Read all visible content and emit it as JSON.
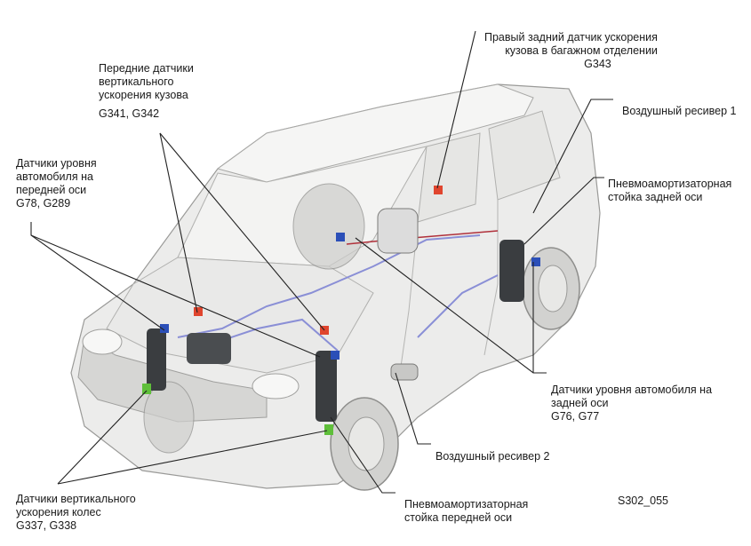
{
  "labels": {
    "front_vertical_sensors": {
      "text": "Передние датчики\nвертикального\nускорения кузова",
      "code": "G341, G342"
    },
    "front_level_sensors": {
      "text": "Датчики уровня\nавтомобиля на\nпередней оси",
      "code": "G78, G289"
    },
    "rear_right_sensor": {
      "text": "Правый задний датчик ускорения\nкузова в багажном отделении",
      "code": "G343"
    },
    "air_reservoir_1": {
      "text": "Воздушный ресивер 1"
    },
    "rear_strut": {
      "text": "Пневмоамортизаторная\nстойка задней оси"
    },
    "rear_level_sensors": {
      "text": "Датчики уровня автомобиля на\nзадней оси",
      "code": "G76, G77"
    },
    "air_reservoir_2": {
      "text": "Воздушный ресивер 2"
    },
    "front_strut": {
      "text": "Пневмоамортизаторная\nстойка передней оси"
    },
    "wheel_vertical_sensors": {
      "text": "Датчики вертикального\nускорения колес",
      "code": "G337, G338"
    }
  },
  "figure_code": "S302_055",
  "colors": {
    "body": "#ececeb",
    "body_shade": "#d6d6d4",
    "outline": "#9a9a98",
    "glass": "#f3f3f2",
    "dark_part": "#3a3d40",
    "sensor_red": "#e0452e",
    "air_line": "#8a8fd6",
    "blue_part": "#2b4fb8",
    "green_part": "#5fbf3a",
    "leader": "#222222"
  }
}
